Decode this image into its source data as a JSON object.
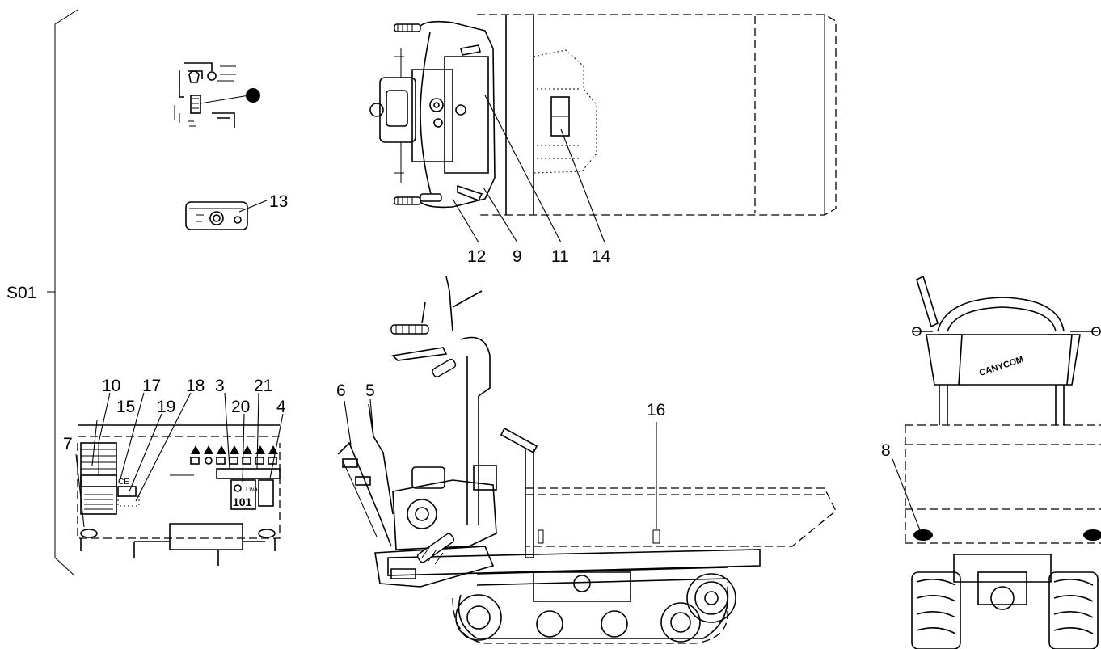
{
  "group_label": "S01",
  "callouts": {
    "c13": "13",
    "c12": "12",
    "c9": "9",
    "c11": "11",
    "c14": "14",
    "c10": "10",
    "c17": "17",
    "c18": "18",
    "c3": "3",
    "c21": "21",
    "c15": "15",
    "c19": "19",
    "c20": "20",
    "c4": "4",
    "c7": "7",
    "c6": "6",
    "c5": "5",
    "c16": "16",
    "c8": "8"
  },
  "decals": {
    "brand": "CANYCOM",
    "ce_mark": "CE",
    "noise_value": "101",
    "noise_unit": "Lwa"
  }
}
